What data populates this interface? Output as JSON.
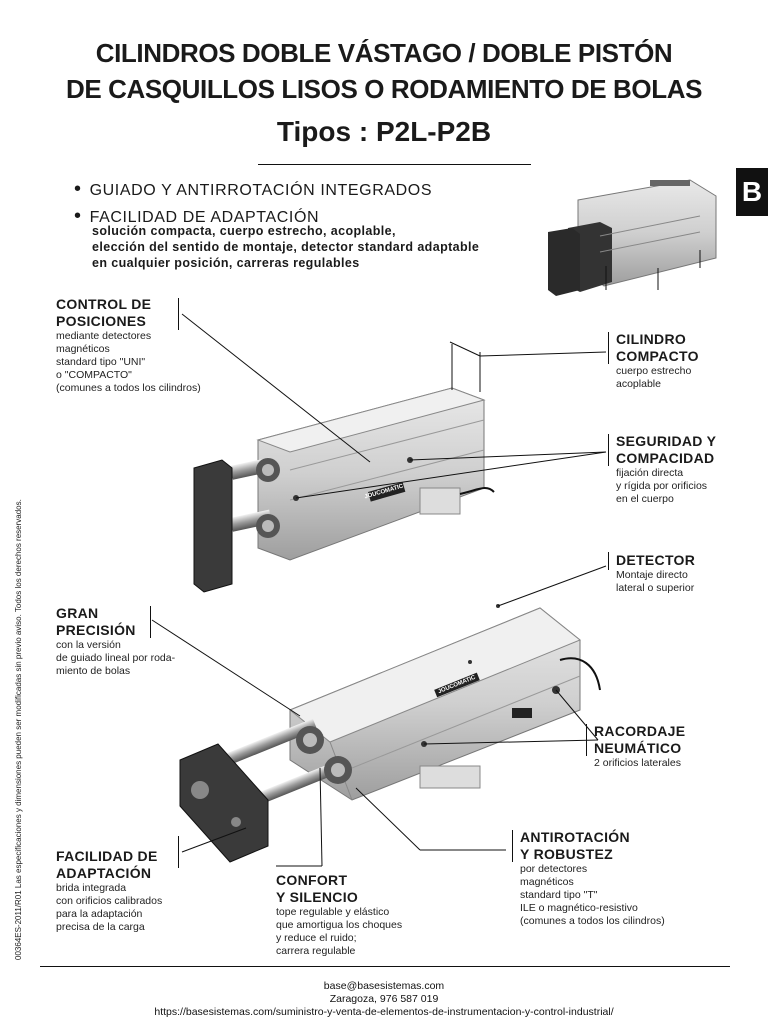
{
  "header": {
    "title_line1": "CILINDROS DOBLE VÁSTAGO / DOBLE  PISTÓN",
    "title_line2": "DE CASQUILLOS LISOS O RODAMIENTO DE BOLAS",
    "types": "Tipos : P2L-P2B"
  },
  "section_tab": "B",
  "features": {
    "bullet1": "GUIADO Y ANTIRROTACIÓN INTEGRADOS",
    "bullet2": "FACILIDAD DE ADAPTACIÓN",
    "sub1": "solución compacta, cuerpo estrecho, acoplable,",
    "sub2": "elección del sentido de montaje, detector standard adaptable",
    "sub3": "en cualquier posición, carreras regulables"
  },
  "labels": {
    "control": {
      "title1": "CONTROL DE",
      "title2": "POSICIONES",
      "b1": "mediante detectores",
      "b2": "magnéticos",
      "b3": "standard tipo \"UNI\"",
      "b4": "o \"COMPACTO\"",
      "b5": "(comunes a todos los cilindros)"
    },
    "cilindro": {
      "title1": "CILINDRO",
      "title2": "COMPACTO",
      "b1": "cuerpo estrecho",
      "b2": "acoplable"
    },
    "seguridad": {
      "title1": "SEGURIDAD Y",
      "title2": "COMPACIDAD",
      "b1": "fijación directa",
      "b2": "y rígida por orificios",
      "b3": "en el cuerpo"
    },
    "detector": {
      "title1": "DETECTOR",
      "b1": "Montaje directo",
      "b2": "lateral o superior"
    },
    "precision": {
      "title1": "GRAN",
      "title2": "PRECISIÓN",
      "b1": "con la versión",
      "b2": "de guiado lineal por roda-",
      "b3": "miento de bolas"
    },
    "racordaje": {
      "title1": "RACORDAJE",
      "title2": "NEUMÁTICO",
      "b1": "2 orificios laterales"
    },
    "antirotacion": {
      "title1": "ANTIROTACIÓN",
      "title2": "Y ROBUSTEZ",
      "b1": "por detectores",
      "b2": "magnéticos",
      "b3": "standard tipo \"T\"",
      "b4": "ILE o magnético-resistivo",
      "b5": "(comunes a todos los cilindros)"
    },
    "adaptacion": {
      "title1": "FACILIDAD DE",
      "title2": "ADAPTACIÓN",
      "b1": "brida integrada",
      "b2": "con orificios calibrados",
      "b3": "para la adaptación",
      "b4": "precisa de la carga"
    },
    "confort": {
      "title1": "CONFORT",
      "title2": "Y SILENCIO",
      "b1": "tope regulable y elástico",
      "b2": "que amortigua los choques",
      "b3": "y reduce el ruido;",
      "b4": "carrera regulable"
    }
  },
  "side_note": "00364ES-2011/R01  Las especificaciones y dimensiones pueden ser modificadas sin previo aviso.  Todos los derechos reservados.",
  "brand_plate": "JOUCOMATIC",
  "footer": {
    "email": "base@basesistemas.com",
    "city": "Zaragoza, 976 587 019",
    "url": "https://basesistemas.com/suministro-y-venta-de-elementos-de-instrumentacion-y-control-industrial/"
  }
}
